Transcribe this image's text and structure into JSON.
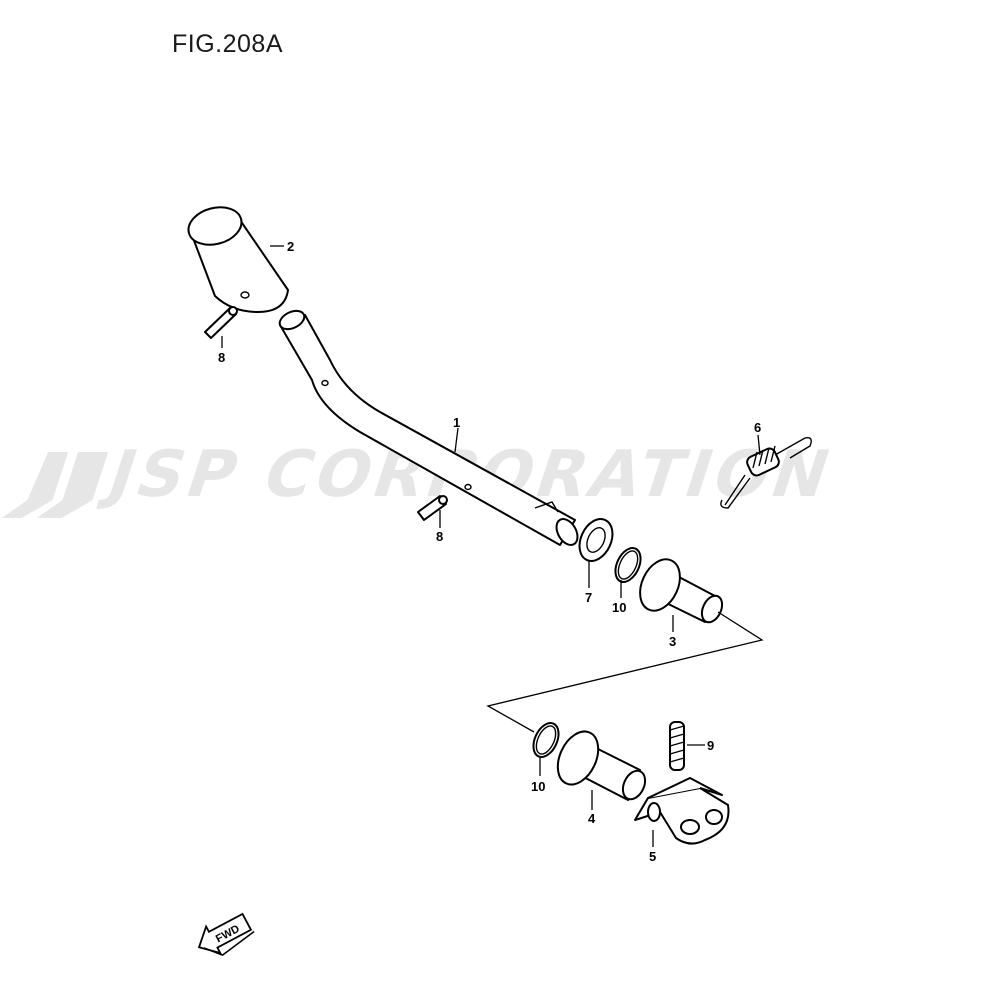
{
  "figure": {
    "title": "FIG.208A"
  },
  "watermark": {
    "text": "JSP CORPORATION",
    "color": "#e6e6e6"
  },
  "fwd_arrow": {
    "text": "FWD"
  },
  "callouts": [
    {
      "part": "shift-lever",
      "number": "1"
    },
    {
      "part": "lever-grip",
      "number": "2"
    },
    {
      "part": "bushing-upper",
      "number": "3"
    },
    {
      "part": "bushing-lower",
      "number": "4"
    },
    {
      "part": "bracket",
      "number": "5"
    },
    {
      "part": "return-spring",
      "number": "6"
    },
    {
      "part": "washer",
      "number": "7"
    },
    {
      "part": "pin-upper",
      "number": "8"
    },
    {
      "part": "pin-middle",
      "number": "8"
    },
    {
      "part": "spring-small",
      "number": "9"
    },
    {
      "part": "o-ring-upper",
      "number": "10"
    },
    {
      "part": "o-ring-lower",
      "number": "10"
    }
  ]
}
